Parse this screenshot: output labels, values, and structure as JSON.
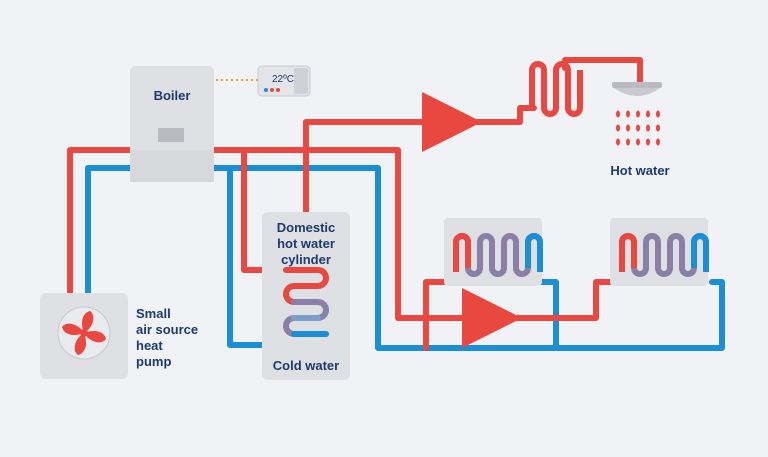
{
  "labels": {
    "boiler": "Boiler",
    "thermostat": "22ºC",
    "cylinder_line1": "Domestic",
    "cylinder_line2": "hot water",
    "cylinder_line3": "cylinder",
    "cold_water": "Cold water",
    "hot_water": "Hot water",
    "pump_line1": "Small",
    "pump_line2": "air source",
    "pump_line3": "heat",
    "pump_line4": "pump"
  },
  "colors": {
    "background": "#f1f2f5",
    "hot_pipe": "#e8483f",
    "cold_pipe": "#1a8fd6",
    "unit_fill": "#dfe0e4",
    "text": "#1e3a6e",
    "dotted_link": "#f0a030"
  },
  "icons": {
    "fan": "fan-icon",
    "shower": "shower-icon",
    "thermostat": "thermostat-icon"
  }
}
